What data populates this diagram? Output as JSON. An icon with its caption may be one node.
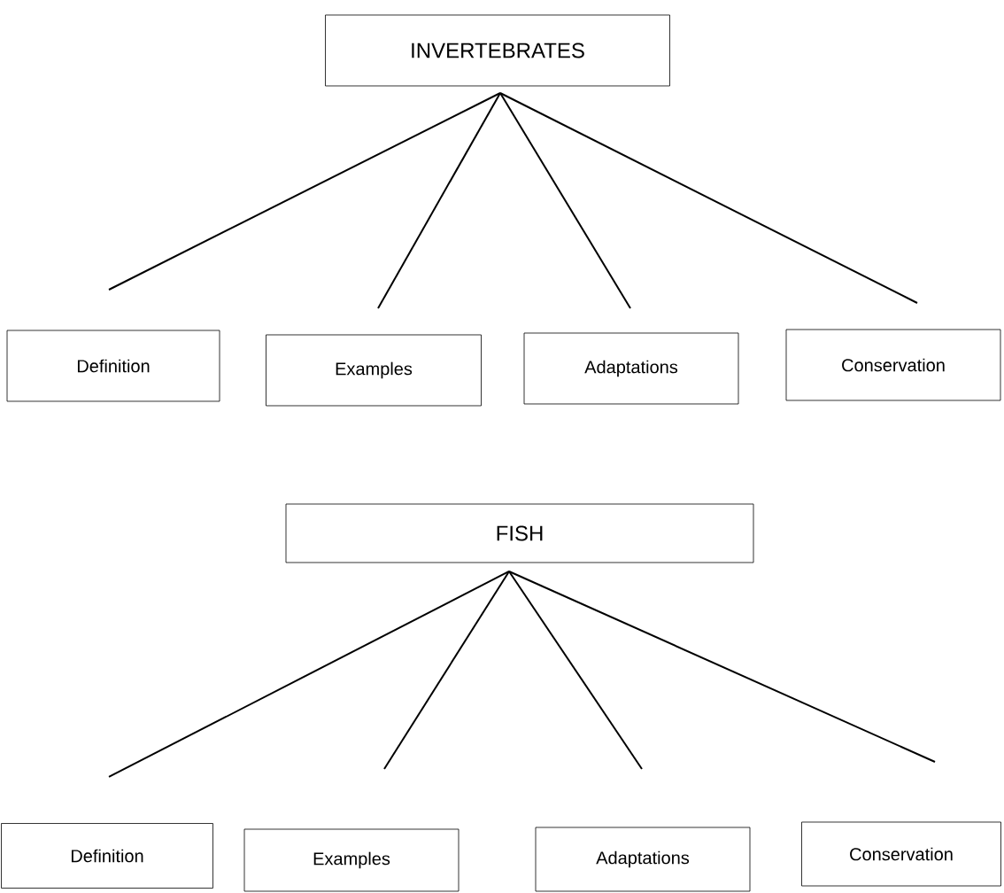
{
  "diagram": {
    "nodes": [
      {
        "text": [
          "INVERTEBRATES"
        ]
      },
      {
        "text": [
          "Definition"
        ]
      },
      {
        "text": [
          "Examples"
        ]
      },
      {
        "text": [
          "Adaptations"
        ]
      },
      {
        "text": [
          "Conservation"
        ]
      },
      {
        "text": [
          "FISH"
        ]
      },
      {
        "text": [
          "Definition"
        ]
      },
      {
        "text": [
          "Examples"
        ]
      },
      {
        "text": [
          "Adaptations"
        ]
      },
      {
        "text": [
          "Conservation"
        ]
      }
    ],
    "edges": [
      {
        "from": 0,
        "to": 1,
        "arrow": "none"
      },
      {
        "from": 0,
        "to": 2,
        "arrow": "none"
      },
      {
        "from": 0,
        "to": 3,
        "arrow": "none"
      },
      {
        "from": 0,
        "to": 4,
        "arrow": "none"
      },
      {
        "from": 5,
        "to": 6,
        "arrow": "none"
      },
      {
        "from": 5,
        "to": 7,
        "arrow": "none"
      },
      {
        "from": 5,
        "to": 8,
        "arrow": "none"
      },
      {
        "from": 5,
        "to": 9,
        "arrow": "none"
      }
    ]
  }
}
